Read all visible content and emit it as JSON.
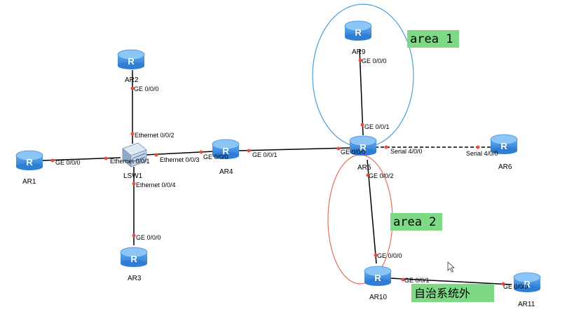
{
  "devices": [
    {
      "id": "AR1",
      "label": "AR1",
      "type": "router"
    },
    {
      "id": "AR2",
      "label": "AR2",
      "type": "router"
    },
    {
      "id": "AR3",
      "label": "AR3",
      "type": "router"
    },
    {
      "id": "AR4",
      "label": "AR4",
      "type": "router"
    },
    {
      "id": "AR5",
      "label": "AR5",
      "type": "router"
    },
    {
      "id": "AR6",
      "label": "AR6",
      "type": "router"
    },
    {
      "id": "AR9",
      "label": "AR9",
      "type": "router"
    },
    {
      "id": "AR10",
      "label": "AR10",
      "type": "router"
    },
    {
      "id": "AR11",
      "label": "AR11",
      "type": "router"
    },
    {
      "id": "LSW1",
      "label": "LSW1",
      "type": "switch"
    }
  ],
  "links": [
    {
      "from": "AR1",
      "to": "LSW1",
      "from_port": "GE 0/0/0",
      "to_port": "Ethernet 0/0/1",
      "style": "solid"
    },
    {
      "from": "AR2",
      "to": "LSW1",
      "from_port": "GE 0/0/0",
      "to_port": "Ethernet 0/0/2",
      "style": "solid"
    },
    {
      "from": "LSW1",
      "to": "AR4",
      "from_port": "Ethernet 0/0/3",
      "to_port": "GE 0/0/0",
      "style": "solid"
    },
    {
      "from": "LSW1",
      "to": "AR3",
      "from_port": "Ethernet 0/0/4",
      "to_port": "GE 0/0/0",
      "style": "solid"
    },
    {
      "from": "AR4",
      "to": "AR5",
      "from_port": "GE 0/0/1",
      "to_port": "GE 0/0/0",
      "style": "solid"
    },
    {
      "from": "AR9",
      "to": "AR5",
      "from_port": "GE 0/0/0",
      "to_port": "GE 0/0/1",
      "style": "solid"
    },
    {
      "from": "AR5",
      "to": "AR6",
      "from_port": "Serial 4/0/0",
      "to_port": "Serial 4/0/0",
      "style": "dashed"
    },
    {
      "from": "AR5",
      "to": "AR10",
      "from_port": "GE 0/0/2",
      "to_port": "GE 0/0/0",
      "style": "solid"
    },
    {
      "from": "AR10",
      "to": "AR11",
      "from_port": "GE 0/0/1",
      "to_port": "GE 0/0/0",
      "style": "solid"
    }
  ],
  "areas": [
    {
      "id": "area1",
      "label": "area 1",
      "color": "#4a9fd8"
    },
    {
      "id": "area2",
      "label": "area 2",
      "color": "#e0705a"
    }
  ],
  "notes": [
    {
      "id": "outside-as",
      "label": "自治系统外"
    }
  ],
  "colors": {
    "router_body": "#3d8fe0",
    "router_top": "#8cc6f7",
    "link": "#000000",
    "port_dot": "#e8503a",
    "tag_bg": "#7ed987"
  }
}
